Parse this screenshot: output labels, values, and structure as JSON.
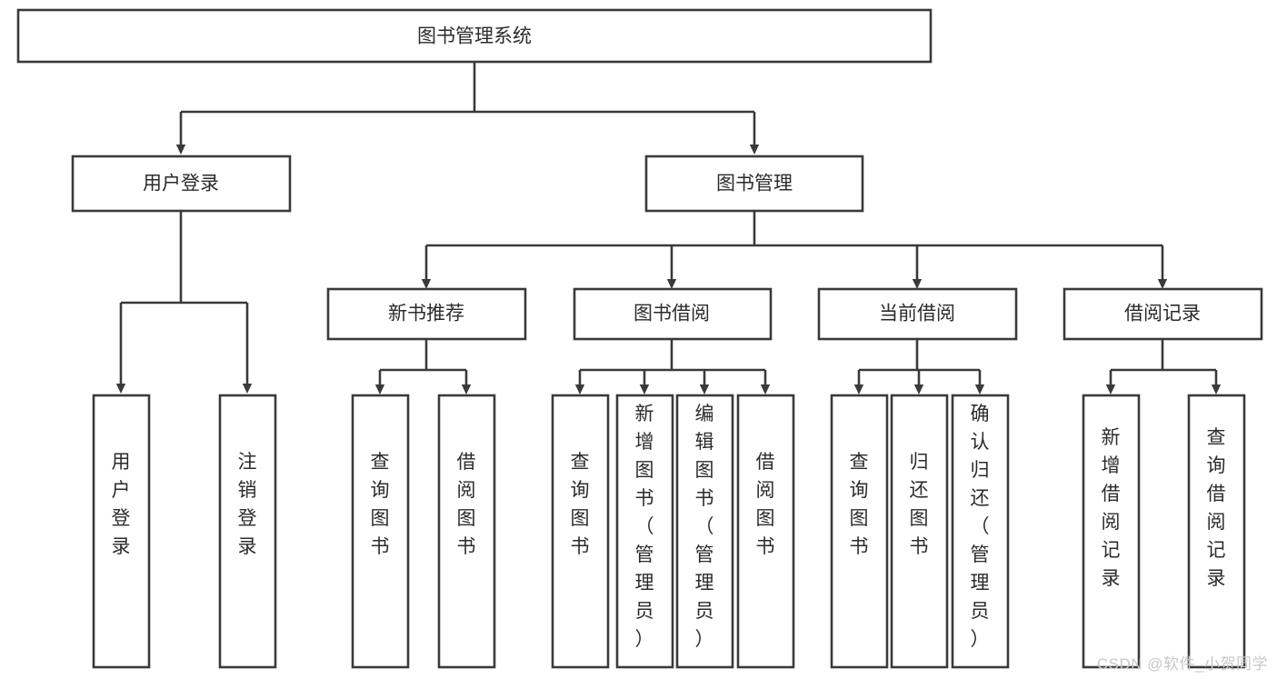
{
  "diagram": {
    "type": "tree",
    "title": "图书管理系统",
    "watermark": "CSDN @软件_小贺同学",
    "colors": {
      "stroke": "#3a3a3a",
      "fill": "#ffffff",
      "text": "#2b2b2b",
      "watermark": "#c8c8c8"
    },
    "root": {
      "label": "图书管理系统"
    },
    "level2": [
      {
        "label": "用户登录"
      },
      {
        "label": "图书管理"
      }
    ],
    "level3": [
      {
        "label": "新书推荐"
      },
      {
        "label": "图书借阅"
      },
      {
        "label": "当前借阅"
      },
      {
        "label": "借阅记录"
      }
    ],
    "leaves": {
      "user_login": [
        {
          "label": "用户登录"
        },
        {
          "label": "注销登录"
        }
      ],
      "new_book_recommend": [
        {
          "label": "查询图书"
        },
        {
          "label": "借阅图书"
        }
      ],
      "book_borrow": [
        {
          "label": "查询图书"
        },
        {
          "label": "新增图书（管理员）"
        },
        {
          "label": "编辑图书（管理员）"
        },
        {
          "label": "借阅图书"
        }
      ],
      "current_borrow": [
        {
          "label": "查询图书"
        },
        {
          "label": "归还图书"
        },
        {
          "label": "确认归还（管理员）"
        }
      ],
      "borrow_record": [
        {
          "label": "新增借阅记录"
        },
        {
          "label": "查询借阅记录"
        }
      ]
    }
  }
}
